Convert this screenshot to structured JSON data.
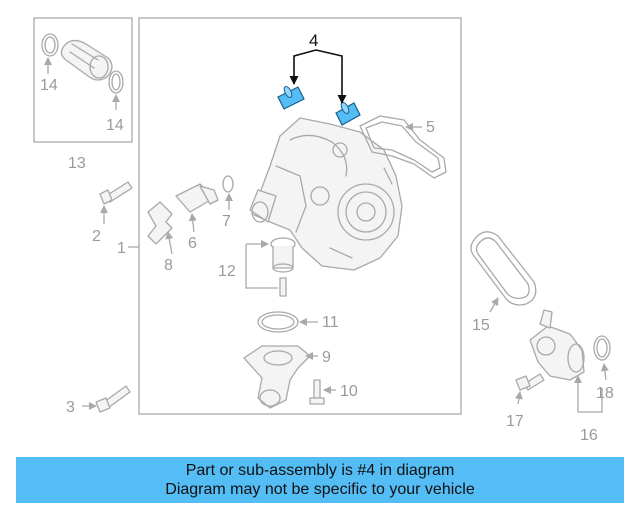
{
  "diagram": {
    "highlight_color": "#55bdf5",
    "callouts": {
      "c1": "1",
      "c2": "2",
      "c3": "3",
      "c4": "4",
      "c5": "5",
      "c6": "6",
      "c7": "7",
      "c8": "8",
      "c9": "9",
      "c10": "10",
      "c11": "11",
      "c12": "12",
      "c13": "13",
      "c14a": "14",
      "c14b": "14",
      "c15": "15",
      "c16": "16",
      "c17": "17",
      "c18": "18"
    }
  },
  "banner": {
    "line1": "Part or sub-assembly is #4 in diagram",
    "line2": "Diagram may not be specific to your vehicle",
    "background": "#55bdf5"
  }
}
